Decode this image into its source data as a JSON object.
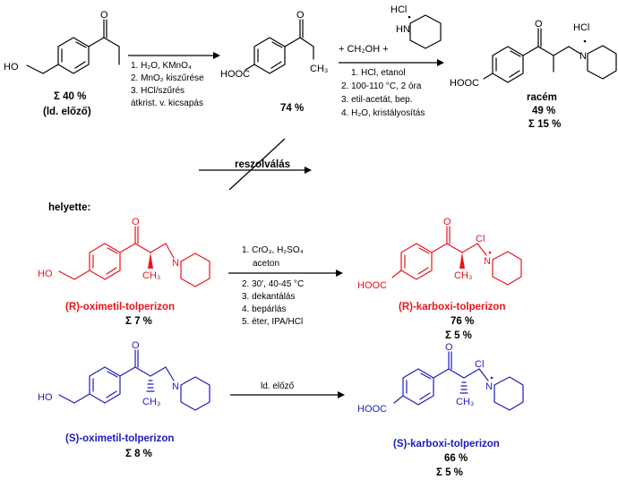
{
  "top": {
    "start": {
      "label_ho": "HO",
      "label_o": "O",
      "yield": "Σ 40 %",
      "note": "(ld. előző)"
    },
    "step1_conditions": [
      "1. H₂O, KMnO₄",
      "2. MnO₂ kiszűrése",
      "3. HCl/szűrés",
      "átkrist. v. kicsapás"
    ],
    "acid": {
      "label_hooc": "HOOC",
      "label_o": "O",
      "label_ch3": "CH₃",
      "yield": "74 %"
    },
    "step2_reagents": {
      "hcl": "HCl",
      "nh": "HN",
      "plus_ch2oh": "+ CH₂OH +",
      "plus1": "+",
      "plus2": "+"
    },
    "step2_conditions": [
      "1. HCl, etanol",
      "2. 100-110 °C, 2 óra",
      "3. etil-acetát, bep.",
      "4. H₂O, kristályosítás"
    ],
    "racemic_product": {
      "label_hooc": "HOOC",
      "label_o": "O",
      "label_hcl": "HCl",
      "label_n": "N",
      "label": "racém",
      "yield": "49 %",
      "sum": "Σ 15 %"
    }
  },
  "resolution_label": "reszolválás",
  "instead_label": "helyette:",
  "r_row": {
    "start_label": "(R)-oximetil-tolperizon",
    "start_sum": "Σ 7 %",
    "label_ho": "HO",
    "label_o": "O",
    "label_ch3": "CH₃",
    "label_n": "N",
    "conditions": [
      "1. CrO₃, H₂SO₄",
      "aceton",
      "2. 30', 40-45 °C",
      "3. dekantálás",
      "4. bepárlás",
      "5. éter, IPA/HCl"
    ],
    "product_label": "(R)-karboxi-tolperizon",
    "product_label_hooc": "HOOC",
    "product_label_cl": "Cl",
    "product_yield": "76 %",
    "product_sum": "Σ 5 %"
  },
  "s_row": {
    "start_label": "(S)-oximetil-tolperizon",
    "start_sum": "Σ 8 %",
    "label_ho": "HO",
    "label_o": "O",
    "label_ch3": "CH₃",
    "label_n": "N",
    "conditions": [
      "ld. előző"
    ],
    "product_label": "(S)-karboxi-tolperizon",
    "product_label_hooc": "HOOC",
    "product_label_cl": "Cl",
    "product_yield": "66 %",
    "product_sum": "Σ 5 %"
  },
  "colors": {
    "r_series": "#e8141b",
    "s_series": "#1c1cbe",
    "default": "#000000"
  }
}
